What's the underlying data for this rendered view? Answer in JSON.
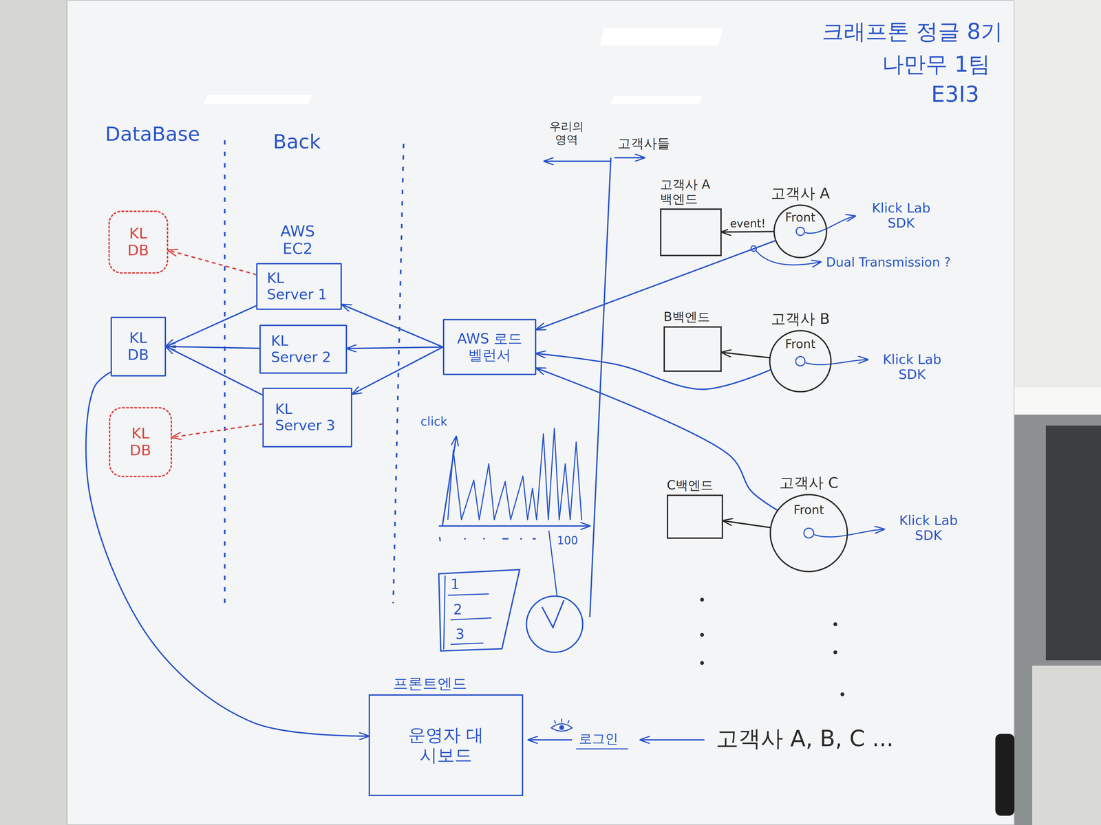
{
  "diagram": {
    "nodes": [
      {
        "text": [
          "KL DB"
        ]
      },
      {
        "text": [
          "KL DB"
        ]
      },
      {
        "text": [
          "KL DB"
        ]
      },
      {
        "text": [
          "KL Server 1"
        ]
      },
      {
        "text": [
          "KL Server 2"
        ]
      },
      {
        "text": [
          "KL Server 3"
        ]
      },
      {
        "text": [
          "AWS 로드벨런서"
        ]
      },
      {
        "text": [
          "고객사 A 백엔드"
        ]
      },
      {
        "text": [
          "고객사 A",
          "Front"
        ]
      },
      {
        "text": [
          "B백엔드"
        ]
      },
      {
        "text": [
          "고객사 B",
          "Front"
        ]
      },
      {
        "text": [
          "C백엔드"
        ]
      },
      {
        "text": [
          "고객사 C",
          "Front"
        ]
      },
      {
        "text": [
          "프론트엔드",
          "운영자 대시보드"
        ]
      }
    ],
    "edges": [
      {
        "from": 3,
        "to": 0,
        "arrow": "to"
      },
      {
        "from": 5,
        "to": 2,
        "arrow": "to"
      },
      {
        "from": 3,
        "to": 1,
        "arrow": "to"
      },
      {
        "from": 4,
        "to": 1,
        "arrow": "to"
      },
      {
        "from": 5,
        "to": 1,
        "arrow": "to"
      },
      {
        "from": 6,
        "to": 3,
        "arrow": "to"
      },
      {
        "from": 6,
        "to": 4,
        "arrow": "to"
      },
      {
        "from": 6,
        "to": 5,
        "arrow": "to"
      },
      {
        "from": 8,
        "to": 6,
        "arrow": "to"
      },
      {
        "from": 10,
        "to": 6,
        "arrow": "to"
      },
      {
        "from": 12,
        "to": 6,
        "arrow": "to"
      },
      {
        "from": 8,
        "to": 7,
        "arrow": "to",
        "label": "event!"
      },
      {
        "from": 10,
        "to": 9,
        "arrow": "to"
      },
      {
        "from": 12,
        "to": 11,
        "arrow": "to"
      },
      {
        "from": 1,
        "to": 13,
        "arrow": "to"
      }
    ],
    "labels": [
      "크래프톤 정글 8기",
      "나만무 1팀",
      "E3I3",
      "DataBase",
      "Back",
      "우리의 영역",
      "고객사들",
      "AWS EC2",
      "Klick Lab SDK",
      "Klick Lab SDK",
      "Klick Lab SDK",
      "Dual Transmission ?",
      "click",
      "100",
      "1",
      "2",
      "3",
      "로그인",
      "고객사 A, B, C ..."
    ]
  }
}
